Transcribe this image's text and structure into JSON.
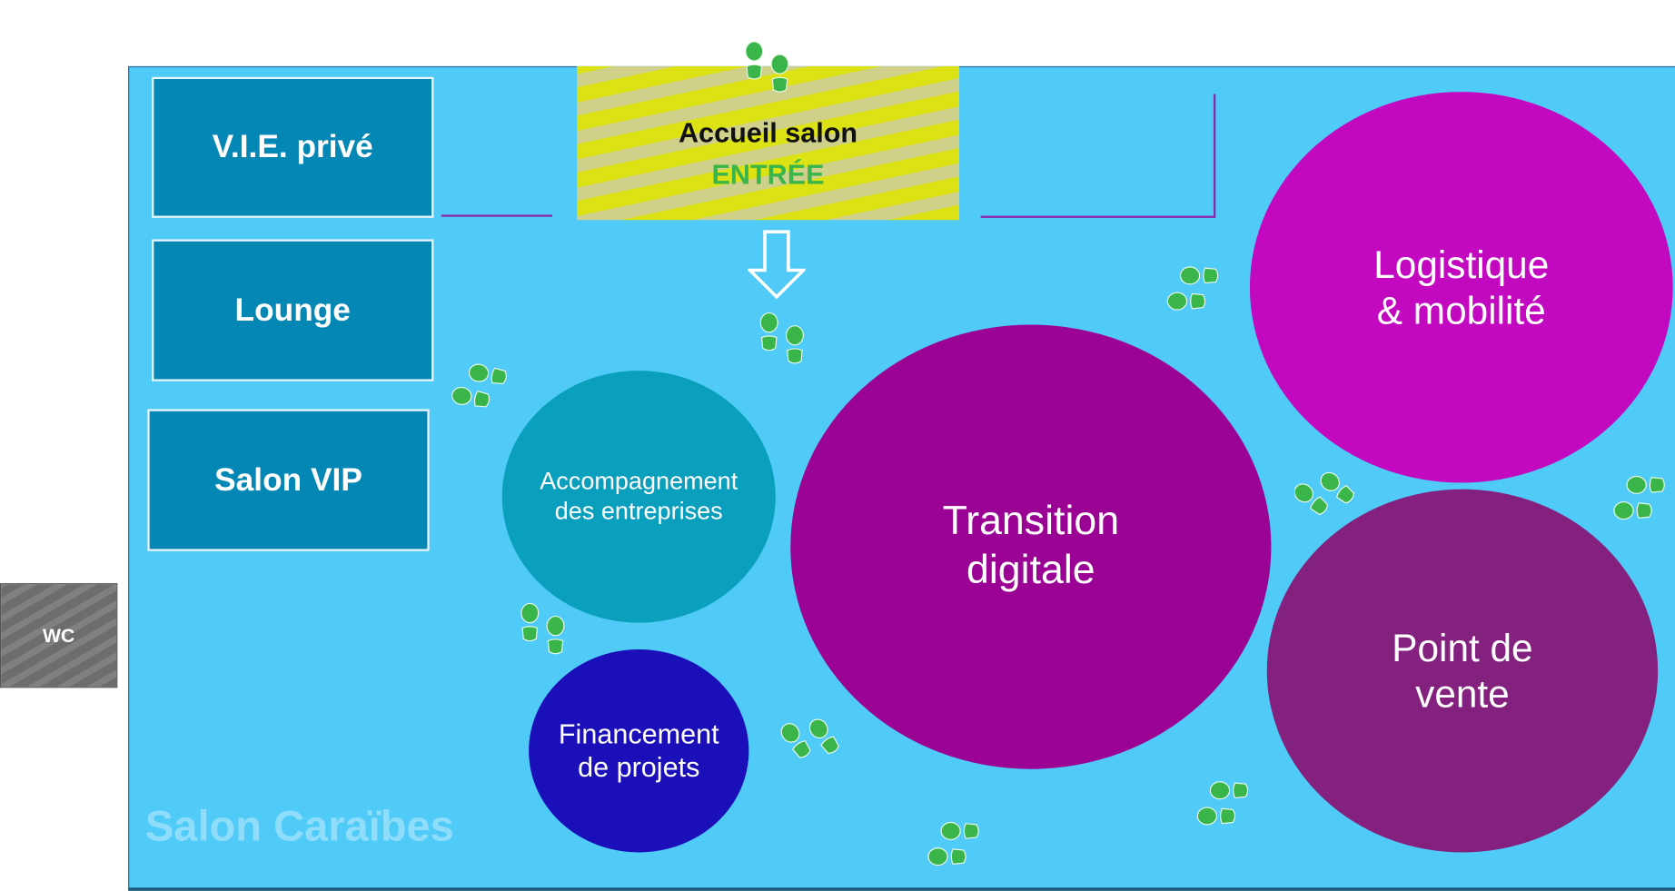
{
  "hall_name": "Salon Caraïbes",
  "rooms": {
    "vie": "V.I.E. privé",
    "lounge": "Lounge",
    "vip": "Salon VIP"
  },
  "accueil": {
    "title": "Accueil salon",
    "entry": "ENTRÉE"
  },
  "wc": "WC",
  "zones": {
    "accompagnement": [
      "Accompagnement",
      "des entreprises"
    ],
    "financement": [
      "Financement",
      "de projets"
    ],
    "transition": [
      "Transition",
      "digitale"
    ],
    "logistique": [
      "Logistique",
      "& mobilité"
    ],
    "point_de_vente": [
      "Point de",
      "vente"
    ]
  },
  "colors": {
    "hall": "#50cbf8",
    "room": "#0587b6",
    "accompagnement": "#0a9fbd",
    "financement": "#1a0fb8",
    "transition": "#9b0395",
    "logistique": "#c209c0",
    "point_de_vente": "#84217f",
    "footprint": "#3ab54a"
  }
}
